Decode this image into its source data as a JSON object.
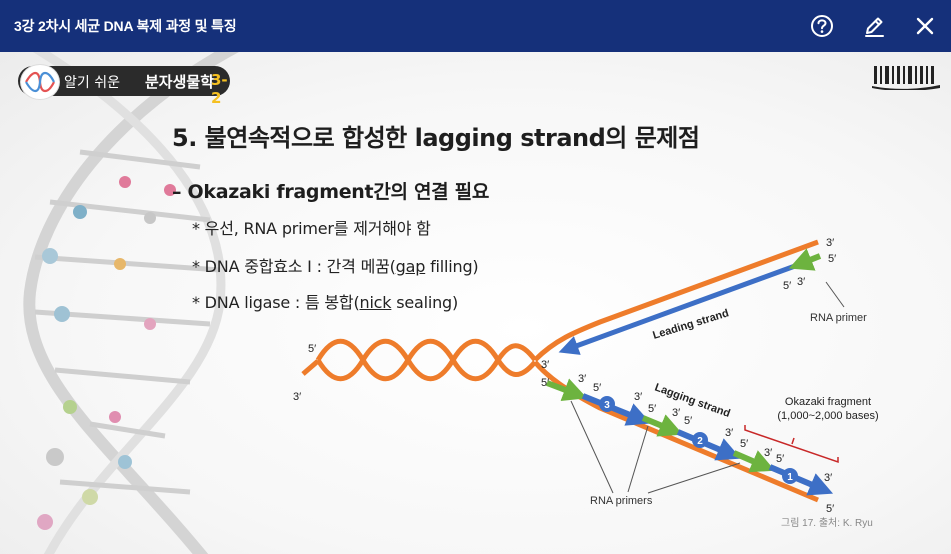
{
  "window": {
    "title": "3강 2차시 세균 DNA 복제 과정 및 특징",
    "icons": [
      "help-icon",
      "pen-icon",
      "close-icon"
    ]
  },
  "logo": {
    "part1": "알기 쉬운",
    "part2": "분자생물학",
    "part3": "3-2"
  },
  "slide": {
    "heading": "5. 불연속적으로 합성한 lagging strand의 문제점",
    "subheading": "– Okazaki fragment간의 연결 필요",
    "bullets": {
      "b1": "* 우선, RNA primer를 제거해야 함",
      "b2": "* DNA 중합효소 I : 간격 메꿈(",
      "b2u": "gap",
      "b2e": " filling)",
      "b3": "* DNA ligase : 틈 봉합(",
      "b3u": "nick",
      "b3e": " sealing)"
    }
  },
  "diagram": {
    "leading_strand": "Leading strand",
    "lagging_strand": "Lagging strand",
    "rna_primer": "RNA primer",
    "rna_primers": "RNA primers",
    "okazaki_title": "Okazaki fragment",
    "okazaki_sub": "(1,000~2,000 bases)",
    "caption": "그림 17. 출처: K. Ryu",
    "p3": "3′",
    "p5": "5′",
    "frag1": "1",
    "frag2": "2",
    "frag3": "3"
  },
  "colors": {
    "titlebar": "#15307a",
    "orange": "#ee7c2b",
    "blue": "#3d6fc6",
    "green": "#6db33f",
    "red": "#c82828"
  }
}
